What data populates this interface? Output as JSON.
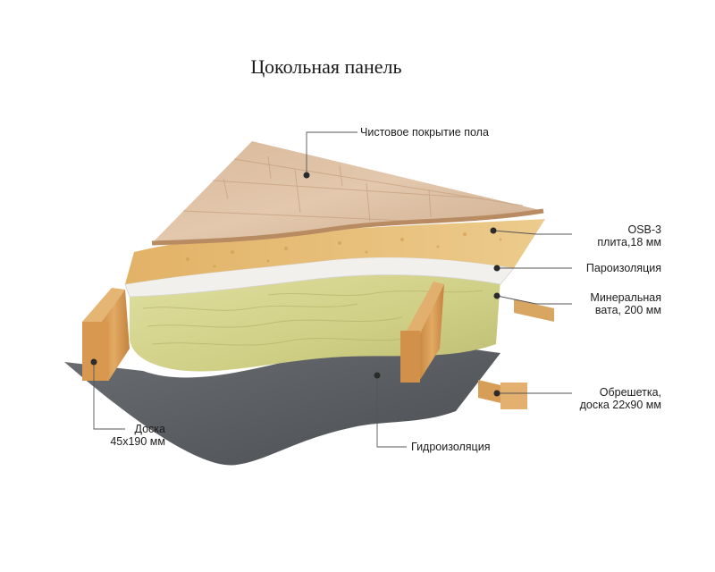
{
  "title": "Цокольная панель",
  "labels": {
    "finish_floor": "Чистовое покрытие пола",
    "osb_line1": "OSB-3",
    "osb_line2": "плита,18 мм",
    "vapor_barrier": "Пароизоляция",
    "mineral_wool_line1": "Минеральная",
    "mineral_wool_line2": "вата, 200 мм",
    "battens_line1": "Обрешетка,",
    "battens_line2": "доска 22х90 мм",
    "board_line1": "Доска",
    "board_line2": "45х190 мм",
    "waterproofing": "Гидроизоляция"
  },
  "colors": {
    "wood_floor": "#dcbfa3",
    "osb": "#e9c27a",
    "vapor": "#f0efec",
    "wool": "#d9d98c",
    "waterproof": "#5b5e63",
    "timber": "#d79a52",
    "callout_line": "#555555",
    "callout_dot": "#2b2b2b"
  }
}
